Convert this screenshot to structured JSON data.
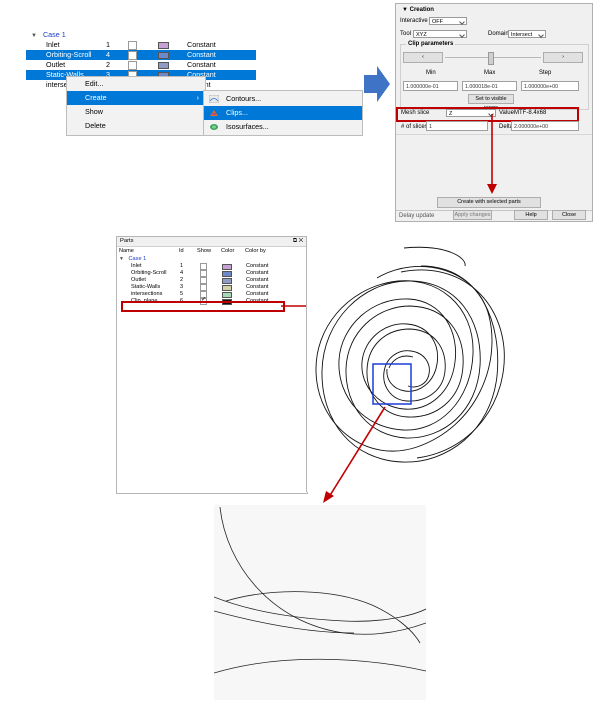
{
  "top_parts": {
    "root": "Case 1",
    "rows": [
      {
        "name": "Inlet",
        "id": "1",
        "status": "Constant",
        "selected": false,
        "color": "#c6a2d4"
      },
      {
        "name": "Orbiting-Scroll",
        "id": "4",
        "status": "Constant",
        "selected": true,
        "color": "#6f88c8"
      },
      {
        "name": "Outlet",
        "id": "2",
        "status": "Constant",
        "selected": false,
        "color": "#8f9bc2"
      },
      {
        "name": "Static-Walls",
        "id": "3",
        "status": "Constant",
        "selected": true,
        "color": "#6f88c8"
      },
      {
        "name": "intersec",
        "id": "",
        "status": "onstant",
        "selected": false,
        "color": "#ffffff"
      }
    ]
  },
  "context_menu": {
    "items": [
      "Edit...",
      "Create",
      "Show",
      "Delete"
    ],
    "submenu": [
      "Contours...",
      "Clips...",
      "Isosurfaces..."
    ]
  },
  "dialog": {
    "creation": "Creation",
    "interactive_label": "Interactive",
    "interactive_value": "OFF",
    "tool_label": "Tool",
    "tool_value": "XYZ",
    "domain_label": "Domain",
    "domain_value": "Intersect",
    "clip_params": "Clip parameters",
    "min_label": "Min",
    "max_label": "Max",
    "step_label": "Step",
    "min_value": "1.000000e-01",
    "max_value": "1.000018e-01",
    "step_value": "1.000000e+00",
    "set_range": "Set to visible range",
    "mesh_label": "Mesh slice",
    "mesh_value": "Z",
    "value_label": "Value",
    "value_value": "MTF-8.4x68",
    "slices_label": "# of slices",
    "slices_value": "1",
    "delta_label": "Delta",
    "delta_value": "2.000000e+00",
    "create_btn": "Create with selected parts",
    "delay_update": "Delay update",
    "apply_changes": "Apply changes",
    "help": "Help",
    "close": "Close"
  },
  "parts_panel": {
    "title": "Parts",
    "controls": "⧉ ✕",
    "headers": [
      "Name",
      "Id",
      "Show",
      "Color",
      "Color by"
    ],
    "root": "Case 1",
    "rows": [
      {
        "name": "Inlet",
        "id": "1",
        "show": false,
        "color": "#c6a2d4",
        "by": "Constant"
      },
      {
        "name": "Orbiting-Scroll",
        "id": "4",
        "show": false,
        "color": "#6f88c8",
        "by": "Constant"
      },
      {
        "name": "Outlet",
        "id": "2",
        "show": false,
        "color": "#8f9bc2",
        "by": "Constant"
      },
      {
        "name": "Static-Walls",
        "id": "3",
        "show": false,
        "color": "#d2d2a8",
        "by": "Constant"
      },
      {
        "name": "intersections",
        "id": "5",
        "show": false,
        "color": "#a6d8b8",
        "by": "Constant"
      },
      {
        "name": "Clip_plane",
        "id": "6",
        "show": true,
        "color": "#111111",
        "by": "Constant"
      }
    ]
  },
  "colors": {
    "selection": "#0078d7",
    "highlight": "#c00000",
    "zoom_box": "#1c3fd8",
    "arrow": "#3f73c5"
  }
}
